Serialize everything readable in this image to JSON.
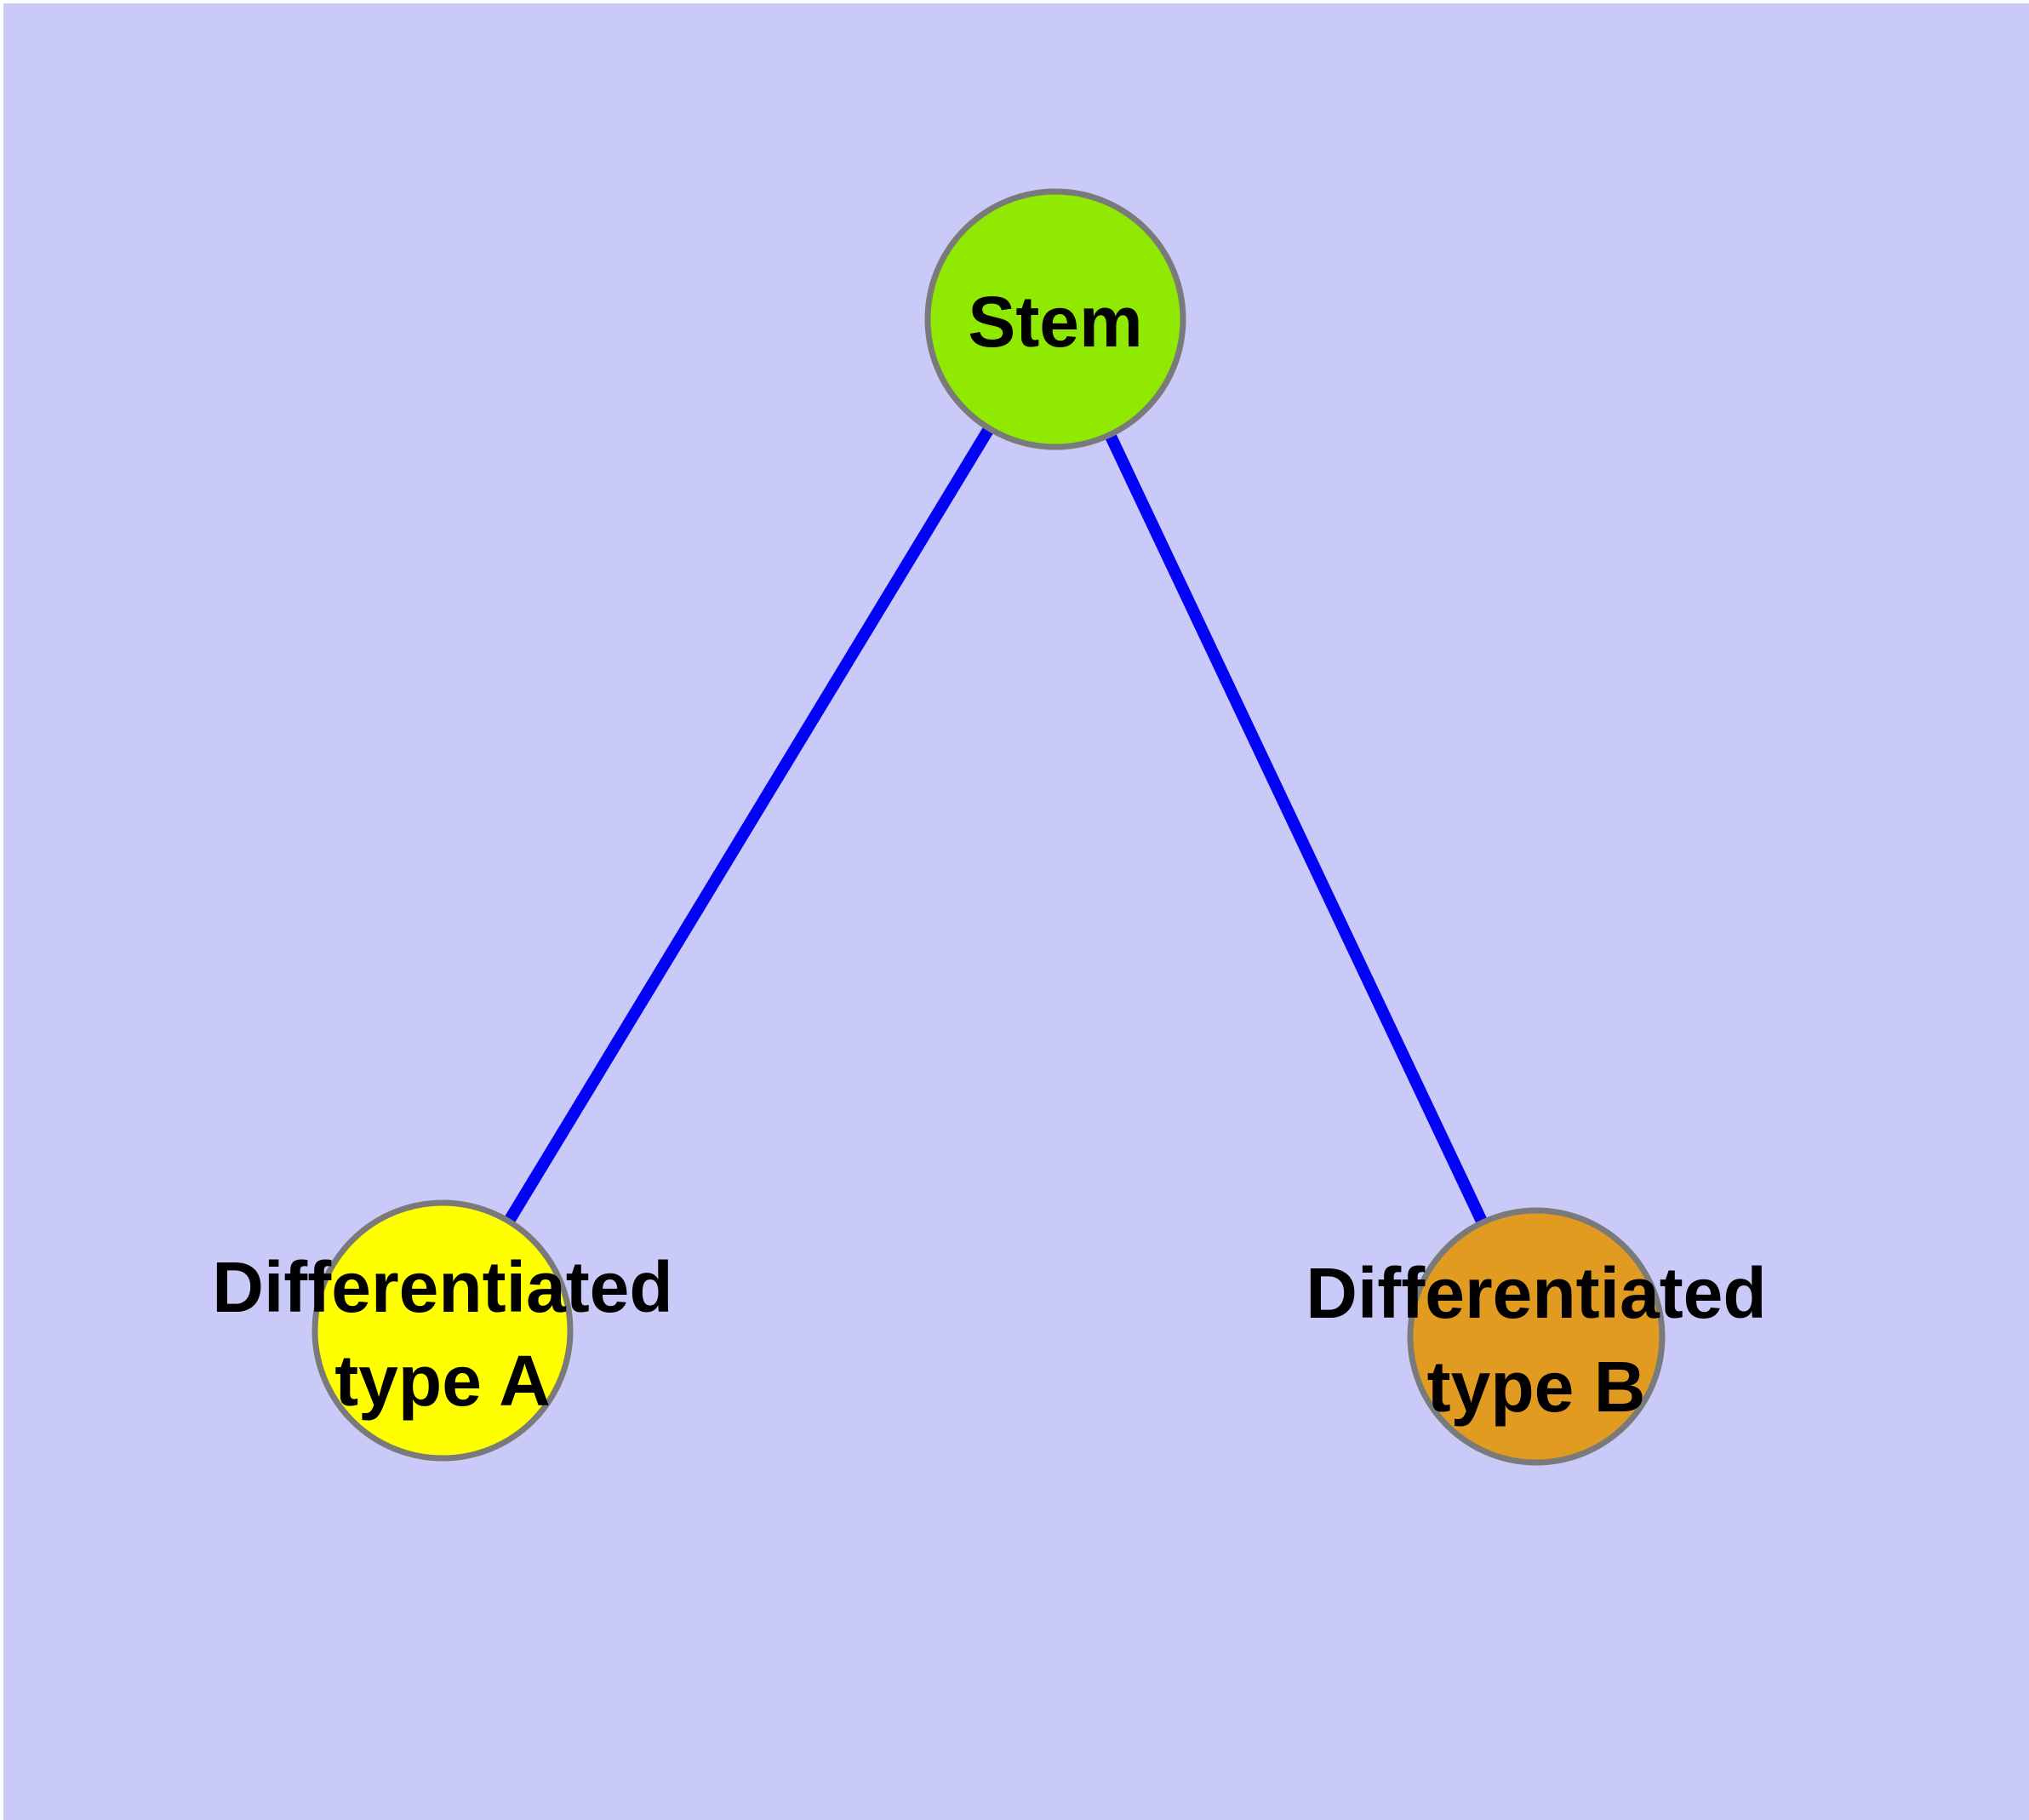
{
  "figure": {
    "type": "node-link-diagram",
    "description": "Graph of a stem cell differentiating into two cell types",
    "background_color": "#cacaf8",
    "frame_color": "#ffffff",
    "edge_color": "#0202f5",
    "node_border_color": "#7a7a7a",
    "label_color": "#000000"
  },
  "nodes": [
    {
      "id": "stem",
      "label": "Stem",
      "label_lines": [
        "Stem"
      ],
      "fill": "#8fe900"
    },
    {
      "id": "differentiated-type-a",
      "label": "Differentiated type A",
      "label_lines": [
        "Differentiated",
        "type A"
      ],
      "fill": "#ffff00"
    },
    {
      "id": "differentiated-type-b",
      "label": "Differentiated type B",
      "label_lines": [
        "Differentiated",
        "type B"
      ],
      "fill": "#e19b20"
    }
  ],
  "edges": [
    {
      "from": "Stem",
      "to": "Differentiated type A"
    },
    {
      "from": "Stem",
      "to": "Differentiated type B"
    }
  ]
}
